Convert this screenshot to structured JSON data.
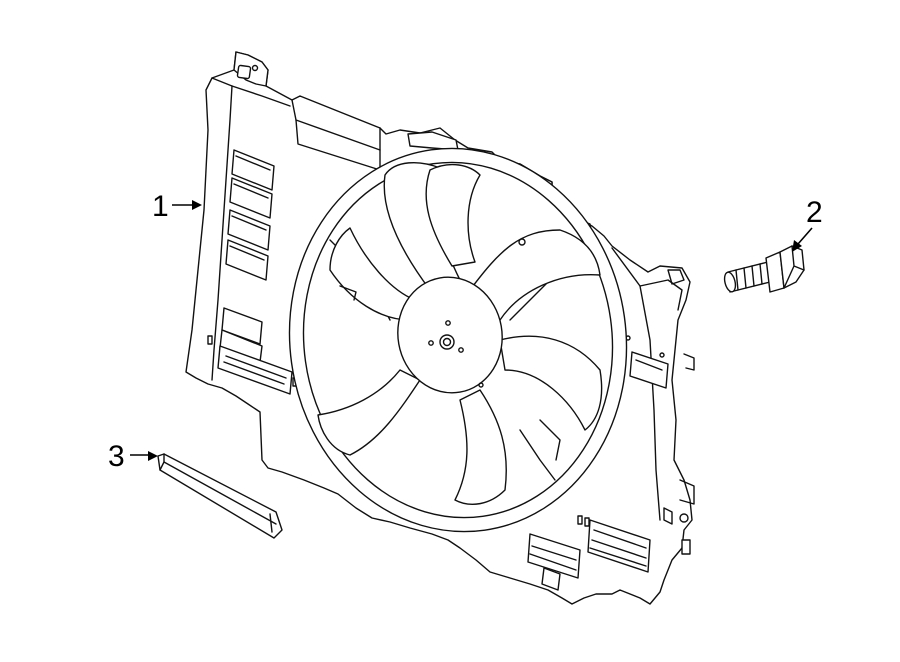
{
  "callouts": [
    {
      "id": "1",
      "label": "1",
      "part": "fan-shroud"
    },
    {
      "id": "2",
      "label": "2",
      "part": "bolt"
    },
    {
      "id": "3",
      "label": "3",
      "part": "seal-strip"
    }
  ],
  "colors": {
    "line": "#111111",
    "background": "#ffffff"
  }
}
